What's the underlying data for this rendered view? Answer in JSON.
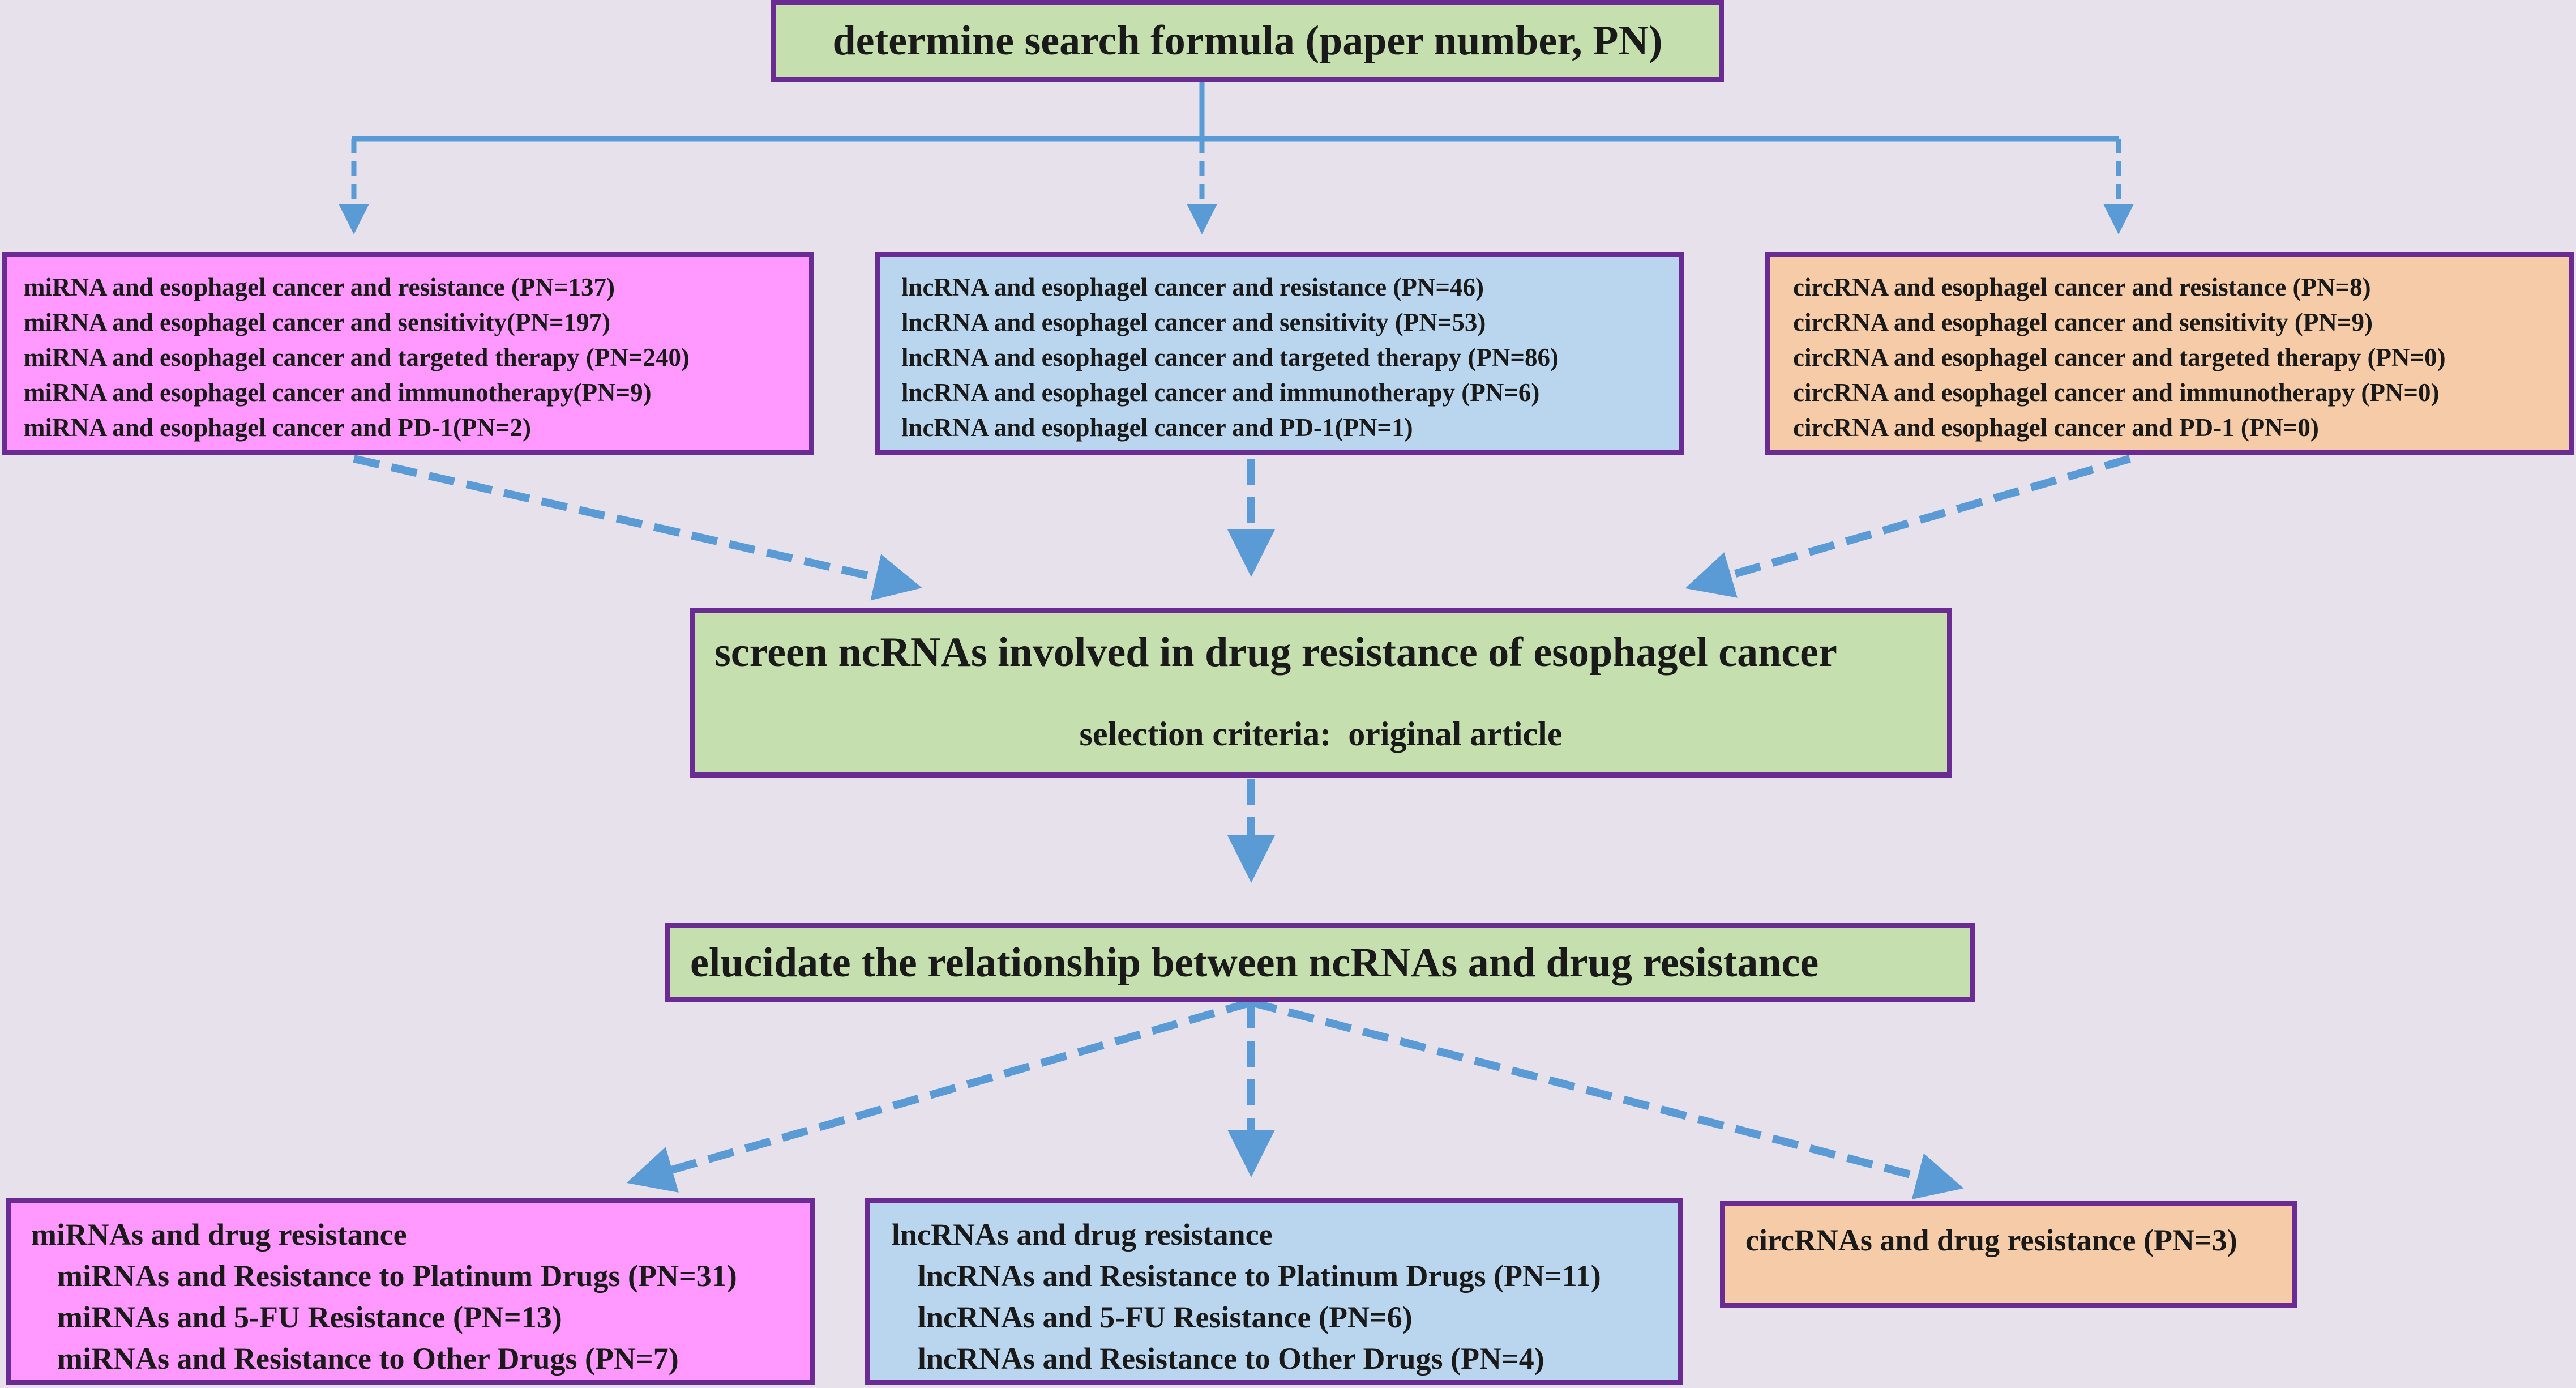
{
  "colors": {
    "background": "#e6e1ea",
    "border": "#6a2c92",
    "green": "#c6dfae",
    "pink": "#ff99ff",
    "blue": "#bad6ee",
    "peach": "#f6cba8",
    "arrow": "#5b9bd5"
  },
  "search": {
    "title": "determine search formula (paper number, PN)"
  },
  "queries": {
    "mirna": [
      "miRNA and esophagel cancer and resistance (PN=137)",
      "miRNA and esophagel cancer and sensitivity(PN=197)",
      "miRNA and esophagel cancer and targeted therapy (PN=240)",
      "miRNA and esophagel cancer and immunotherapy(PN=9)",
      "miRNA and esophagel cancer and PD-1(PN=2)"
    ],
    "lncrna": [
      "lncRNA and esophagel cancer and resistance (PN=46)",
      "lncRNA and esophagel cancer and sensitivity (PN=53)",
      "lncRNA and esophagel cancer and targeted therapy (PN=86)",
      "lncRNA and esophagel cancer and immunotherapy (PN=6)",
      "lncRNA and esophagel cancer and PD-1(PN=1)"
    ],
    "circrna": [
      "circRNA and esophagel cancer and resistance (PN=8)",
      "circRNA and esophagel cancer and sensitivity (PN=9)",
      "circRNA and esophagel cancer and targeted therapy (PN=0)",
      "circRNA and esophagel cancer and immunotherapy (PN=0)",
      "circRNA and esophagel cancer and PD-1 (PN=0)"
    ]
  },
  "screen": {
    "title": "screen ncRNAs involved in drug resistance of esophagel cancer",
    "criteria": "selection criteria:  original article"
  },
  "elucidate": {
    "title": "elucidate the relationship between ncRNAs and drug resistance"
  },
  "results": {
    "mirna": {
      "heading": "miRNAs and drug resistance",
      "items": [
        "miRNAs and Resistance to Platinum Drugs (PN=31)",
        "miRNAs and 5-FU Resistance (PN=13)",
        "miRNAs and Resistance to Other Drugs (PN=7)"
      ]
    },
    "lncrna": {
      "heading": "lncRNAs and drug resistance",
      "items": [
        "lncRNAs and Resistance to Platinum Drugs (PN=11)",
        "lncRNAs and 5-FU Resistance (PN=6)",
        "lncRNAs and Resistance to Other Drugs (PN=4)"
      ]
    },
    "circrna": {
      "heading": "circRNAs and drug resistance (PN=3)"
    }
  }
}
